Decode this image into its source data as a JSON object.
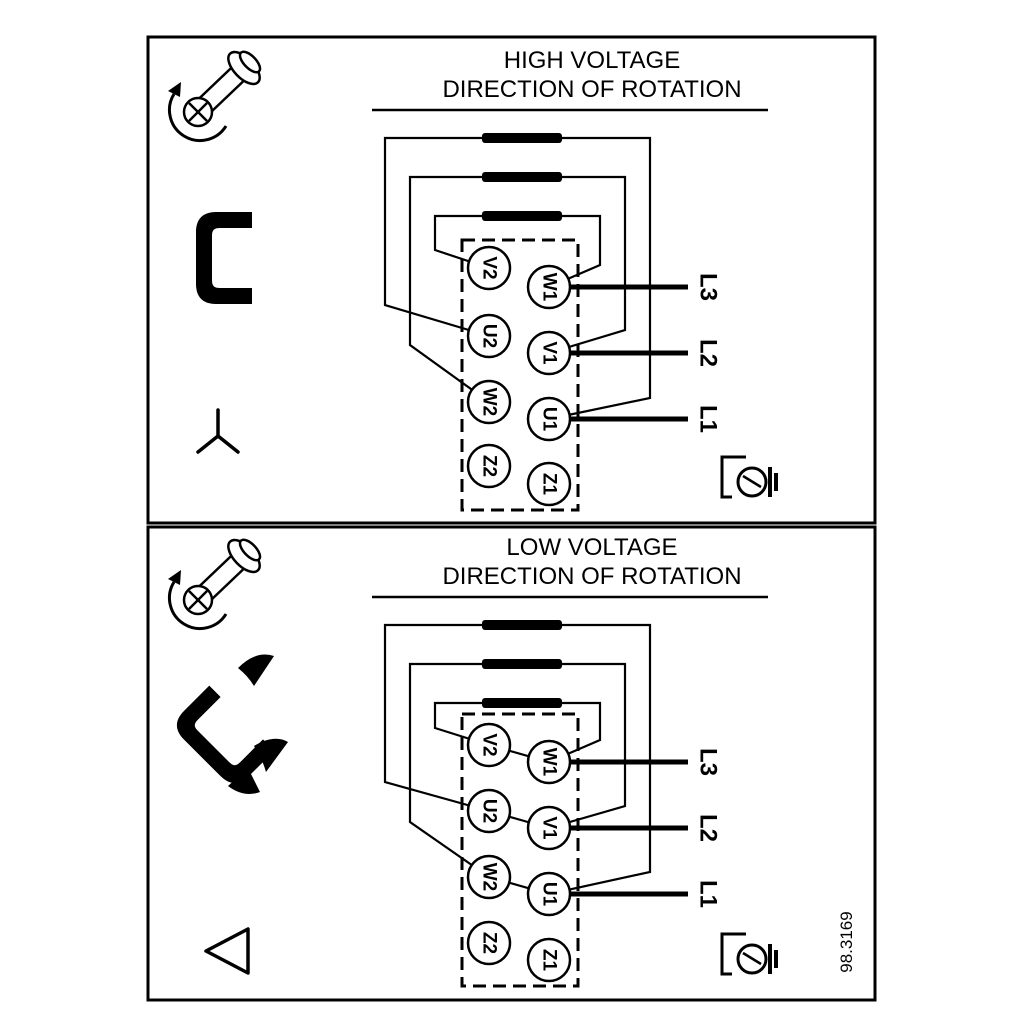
{
  "colors": {
    "ink": "#000000",
    "paper": "#ffffff"
  },
  "figure_number": "98.3169",
  "panels": [
    {
      "title_line1": "HIGH VOLTAGE",
      "title_line2": "DIRECTION OF ROTATION",
      "connection_symbol": "star",
      "icons": [
        "screw-rotation-icon",
        "terminal-link-icon",
        "star-symbol-icon",
        "ground-terminal-icon"
      ],
      "terminals": {
        "left": [
          "V2",
          "U2",
          "W2",
          "Z2"
        ],
        "right": [
          "W1",
          "V1",
          "U1",
          "Z1"
        ]
      },
      "line_labels": [
        "L3",
        "L2",
        "L1"
      ]
    },
    {
      "title_line1": "LOW VOLTAGE",
      "title_line2": "DIRECTION OF ROTATION",
      "connection_symbol": "delta",
      "icons": [
        "screw-rotation-icon",
        "separated-links-icon",
        "delta-symbol-icon",
        "ground-terminal-icon"
      ],
      "terminals": {
        "left": [
          "V2",
          "U2",
          "W2",
          "Z2"
        ],
        "right": [
          "W1",
          "V1",
          "U1",
          "Z1"
        ]
      },
      "line_labels": [
        "L3",
        "L2",
        "L1"
      ]
    }
  ]
}
